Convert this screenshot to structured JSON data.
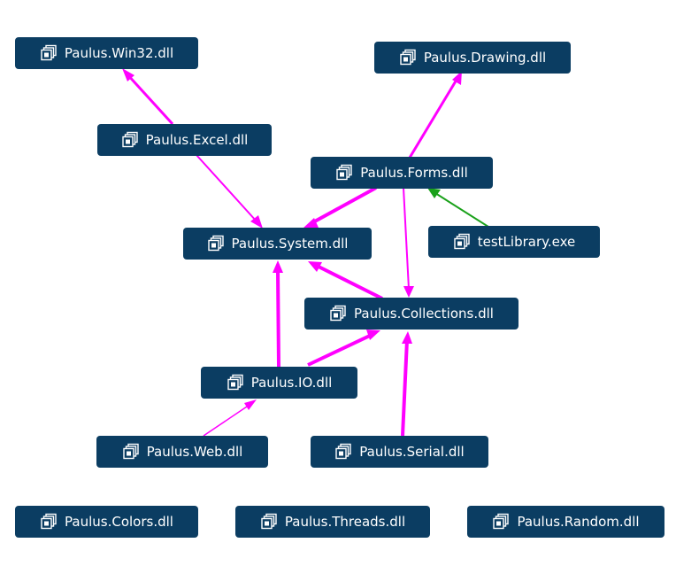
{
  "colors": {
    "node_bg": "#0b3d62",
    "node_text": "#ffffff",
    "dependency_edge": "#ff00ff",
    "exe_edge": "#1aa11a"
  },
  "nodes": [
    {
      "id": "win32",
      "label": "Paulus.Win32.dll",
      "icon": "assembly-icon"
    },
    {
      "id": "drawing",
      "label": "Paulus.Drawing.dll",
      "icon": "assembly-icon"
    },
    {
      "id": "excel",
      "label": "Paulus.Excel.dll",
      "icon": "assembly-icon"
    },
    {
      "id": "forms",
      "label": "Paulus.Forms.dll",
      "icon": "assembly-icon"
    },
    {
      "id": "system",
      "label": "Paulus.System.dll",
      "icon": "assembly-icon"
    },
    {
      "id": "testlib",
      "label": "testLibrary.exe",
      "icon": "assembly-icon"
    },
    {
      "id": "collections",
      "label": "Paulus.Collections.dll",
      "icon": "assembly-icon"
    },
    {
      "id": "io",
      "label": "Paulus.IO.dll",
      "icon": "assembly-icon"
    },
    {
      "id": "web",
      "label": "Paulus.Web.dll",
      "icon": "assembly-icon"
    },
    {
      "id": "serial",
      "label": "Paulus.Serial.dll",
      "icon": "assembly-icon"
    },
    {
      "id": "colors",
      "label": "Paulus.Colors.dll",
      "icon": "assembly-icon"
    },
    {
      "id": "threads",
      "label": "Paulus.Threads.dll",
      "icon": "assembly-icon"
    },
    {
      "id": "random",
      "label": "Paulus.Random.dll",
      "icon": "assembly-icon"
    }
  ],
  "edges": [
    {
      "from": "excel",
      "to": "win32",
      "kind": "dependency"
    },
    {
      "from": "excel",
      "to": "system",
      "kind": "dependency"
    },
    {
      "from": "forms",
      "to": "drawing",
      "kind": "dependency"
    },
    {
      "from": "forms",
      "to": "system",
      "kind": "dependency"
    },
    {
      "from": "forms",
      "to": "collections",
      "kind": "dependency"
    },
    {
      "from": "testlib",
      "to": "forms",
      "kind": "exe"
    },
    {
      "from": "collections",
      "to": "system",
      "kind": "dependency"
    },
    {
      "from": "io",
      "to": "system",
      "kind": "dependency"
    },
    {
      "from": "io",
      "to": "collections",
      "kind": "dependency"
    },
    {
      "from": "web",
      "to": "io",
      "kind": "dependency"
    },
    {
      "from": "serial",
      "to": "collections",
      "kind": "dependency"
    }
  ]
}
